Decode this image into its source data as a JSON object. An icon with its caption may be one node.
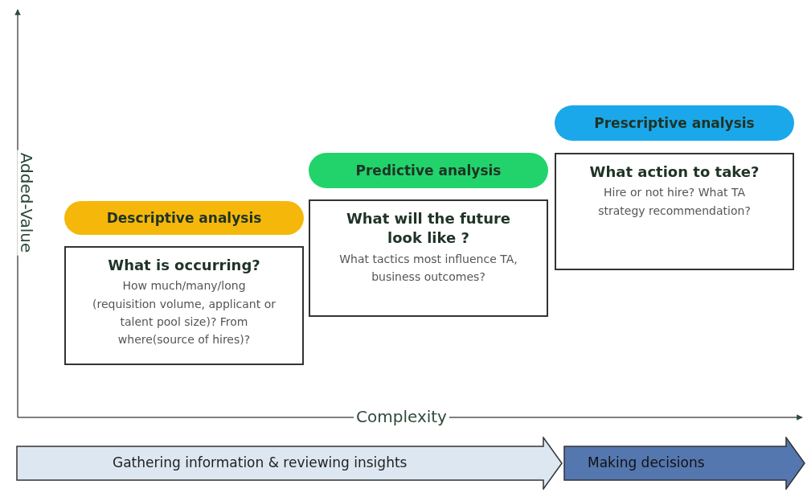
{
  "diagram": {
    "nodes": [
      {
        "text": [
          "Descriptive analysis"
        ]
      },
      {
        "text": [
          "What is occurring?",
          "How much/many/long (requisition volume, applicant or talent pool size)? From where(source of hires)?"
        ]
      },
      {
        "text": [
          "Predictive analysis"
        ]
      },
      {
        "text": [
          "What will the future look like ?",
          "What tactics most influence TA, business outcomes?"
        ]
      },
      {
        "text": [
          "Prescriptive analysis"
        ]
      },
      {
        "text": [
          "What action to take?",
          "Hire or not hire? What TA strategy recommendation?"
        ]
      },
      {
        "text": [
          "Gathering information & reviewing insights"
        ]
      },
      {
        "text": [
          "Making decisions"
        ]
      }
    ],
    "labels": [
      "Added-Value",
      "Complexity"
    ]
  }
}
